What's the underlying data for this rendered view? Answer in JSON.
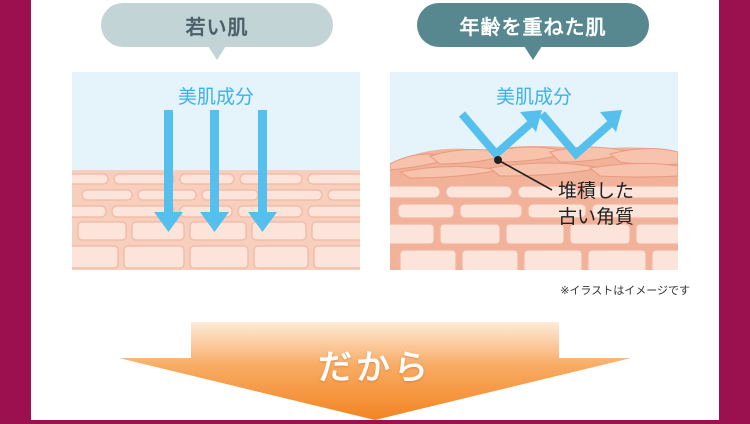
{
  "left_panel": {
    "title": "若い肌",
    "ingredient_label": "美肌成分"
  },
  "right_panel": {
    "title": "年齢を重ねた肌",
    "ingredient_label": "美肌成分",
    "callout_line1": "堆積した",
    "callout_line2": "古い角質"
  },
  "illustration_note": "※イラストはイメージです",
  "banner_text": "だから",
  "colors": {
    "frame": "#9b1150",
    "sky": "#e5f3fb",
    "arrow": "#55bfee",
    "skin": "#f7cfbe",
    "cell": "#fde4da",
    "banner_top": "#fdebd8",
    "banner_bottom": "#f38423"
  }
}
